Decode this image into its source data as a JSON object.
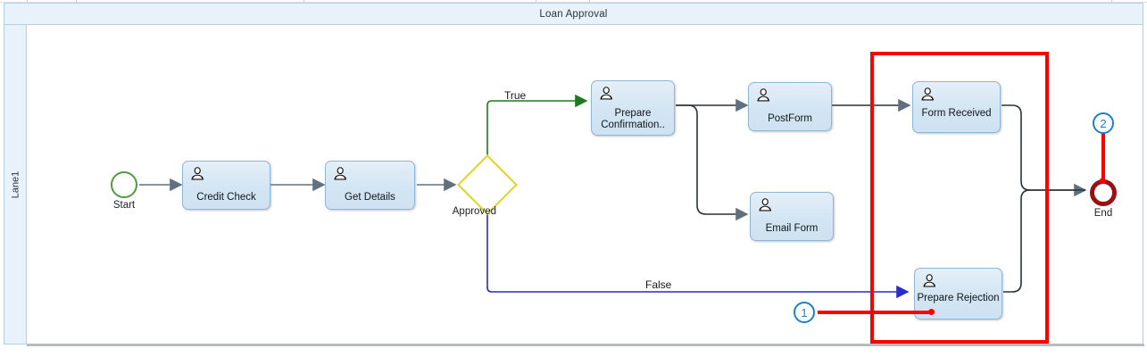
{
  "diagram": {
    "pool_title": "Loan Approval",
    "lane_label": "Lane1",
    "type": "bpmn-process-diagram"
  },
  "events": {
    "start": {
      "label": "Start",
      "color": "#4f9b3f"
    },
    "end": {
      "label": "End",
      "color": "#991016"
    }
  },
  "gateway": {
    "label": "Approved",
    "color": "#d9d627"
  },
  "tasks": [
    {
      "id": "credit-check",
      "label": "Credit Check"
    },
    {
      "id": "get-details",
      "label": "Get Details"
    },
    {
      "id": "prepare-confirmation",
      "label": "Prepare\nConfirmation.."
    },
    {
      "id": "post-form",
      "label": "PostForm"
    },
    {
      "id": "email-form",
      "label": "Email Form"
    },
    {
      "id": "form-received",
      "label": "Form Received"
    },
    {
      "id": "prepare-rejection",
      "label": "Prepare Rejection"
    }
  ],
  "edges": {
    "true_label": "True",
    "false_label": "False",
    "true_color": "#1f7a1f",
    "false_color": "#2b2bc9",
    "default_color": "#3f4448"
  },
  "annotations": {
    "box_color": "#fb0000",
    "callouts": [
      {
        "number": "1",
        "target": "prepare-rejection"
      },
      {
        "number": "2",
        "target": "end"
      }
    ],
    "callout_color": "#1f7fc4"
  }
}
